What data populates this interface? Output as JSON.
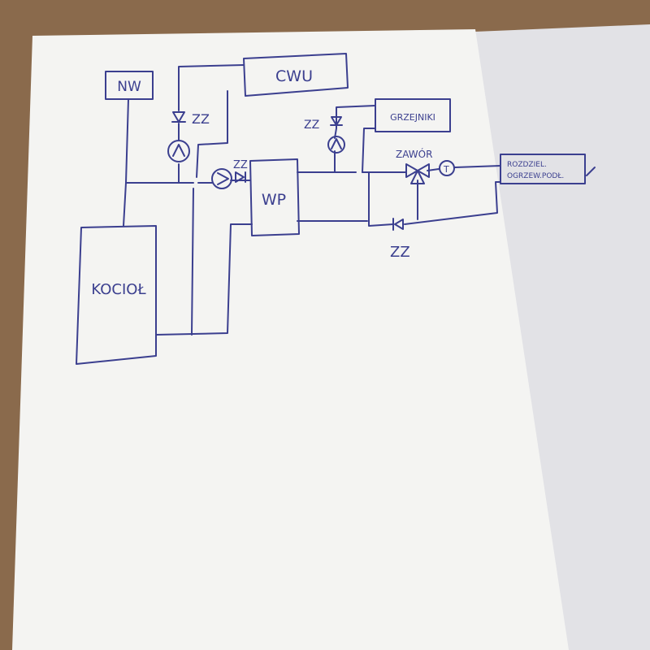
{
  "colors": {
    "table": "#8a6a4c",
    "paper": "#f4f4f2",
    "paper_shadow": "#e2e2e6",
    "ink": "#3b3f8f"
  },
  "diagram": {
    "nodes": {
      "nw": {
        "label": "NW"
      },
      "cwu": {
        "label": "CWU"
      },
      "grzejniki": {
        "label": "GRZEJNIKI"
      },
      "wp": {
        "label": "WP"
      },
      "kociol": {
        "label": "KOCIOŁ"
      },
      "rozdzielacz": {
        "line1": "ROZDZIEL.",
        "line2": "OGRZEW.PODŁ."
      }
    },
    "labels": {
      "zz_cwu": "ZZ",
      "zz_wp": "ZZ",
      "zz_grzejniki": "ZZ",
      "zawor": "ZAWÓR",
      "zz_bottom": "ZZ"
    }
  }
}
